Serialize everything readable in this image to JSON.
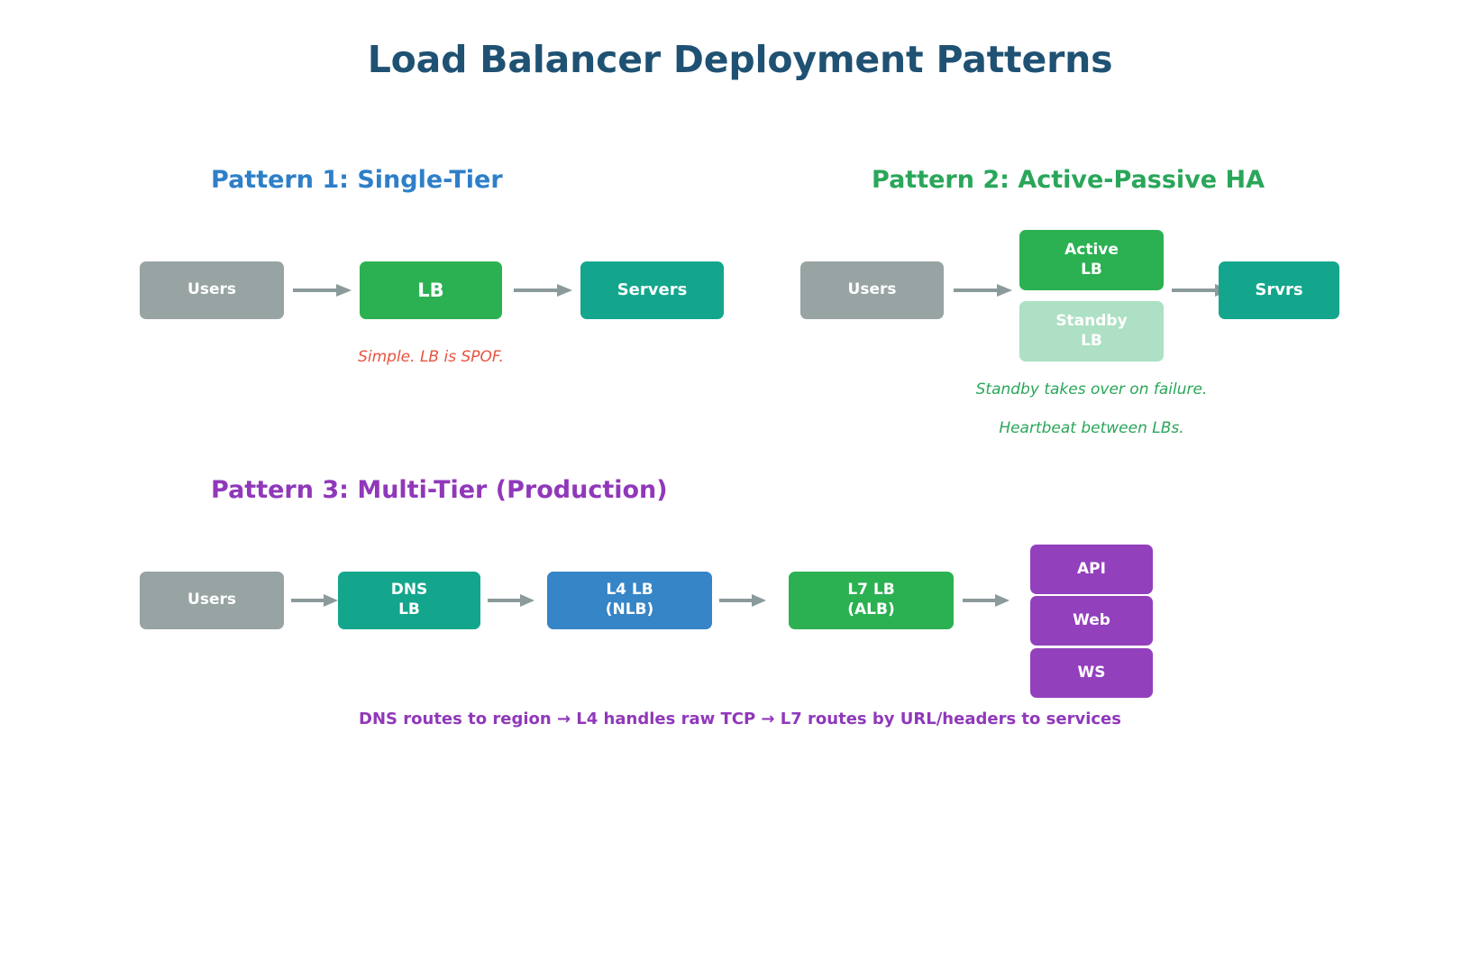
{
  "title": "Load Balancer Deployment Patterns",
  "theme": {
    "title_color": "#1f5173",
    "pattern1_color": "#2e7fc8",
    "pattern2_color": "#2aa65a",
    "pattern3_color": "#9038ba",
    "users_color": "#98a3a3",
    "green_color": "#2cb152",
    "teal_color": "#13a68d",
    "standby_color": "#ade0c4",
    "blue_color": "#3685c6",
    "purple_color": "#9340bd",
    "arrow_color": "#8b9a9a",
    "warning_color": "#e9533f"
  },
  "patterns": [
    {
      "heading": "Pattern 1: Single-Tier",
      "nodes": [
        {
          "label": "Users"
        },
        {
          "label": "LB"
        },
        {
          "label": "Servers"
        }
      ],
      "caption": "Simple. LB is SPOF."
    },
    {
      "heading": "Pattern 2: Active-Passive HA",
      "nodes": [
        {
          "label": "Users"
        },
        {
          "line1": "Active",
          "line2": "LB"
        },
        {
          "line1": "Standby",
          "line2": "LB"
        },
        {
          "label": "Srvrs"
        }
      ],
      "caption_line1": "Standby takes over on failure.",
      "caption_line2": "Heartbeat between LBs."
    },
    {
      "heading": "Pattern 3: Multi-Tier (Production)",
      "nodes": [
        {
          "label": "Users"
        },
        {
          "line1": "DNS",
          "line2": "LB"
        },
        {
          "line1": "L4 LB",
          "line2": "(NLB)"
        },
        {
          "line1": "L7 LB",
          "line2": "(ALB)"
        }
      ],
      "services": [
        {
          "label": "API"
        },
        {
          "label": "Web"
        },
        {
          "label": "WS"
        }
      ],
      "caption": "DNS routes to region → L4 handles raw TCP → L7 routes by URL/headers to services"
    }
  ]
}
